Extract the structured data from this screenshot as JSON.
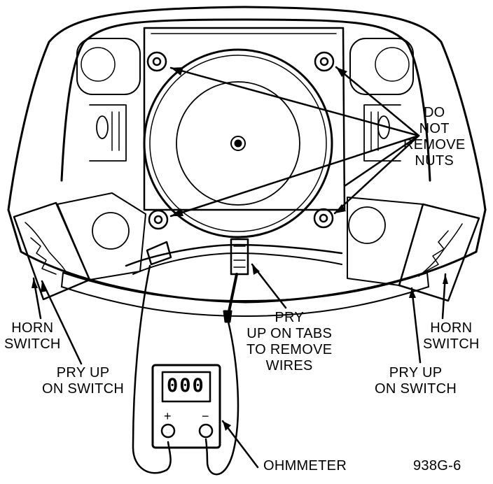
{
  "figure_id": "938G-6",
  "labels": {
    "do_not_remove_nuts": [
      "DO",
      "NOT",
      "REMOVE",
      "NUTS"
    ],
    "horn_switch_left": [
      "HORN",
      "SWITCH"
    ],
    "horn_switch_right": [
      "HORN",
      "SWITCH"
    ],
    "pry_up_on_switch_left": [
      "PRY UP",
      "ON SWITCH"
    ],
    "pry_up_on_switch_right": [
      "PRY UP",
      "ON SWITCH"
    ],
    "pry_up_on_tabs": [
      "PRY",
      "UP ON TABS",
      "TO REMOVE",
      "WIRES"
    ],
    "ohmmeter": "OHMMETER"
  },
  "ohmmeter": {
    "display": "000",
    "plus_terminal": "+",
    "minus_terminal": "−"
  }
}
